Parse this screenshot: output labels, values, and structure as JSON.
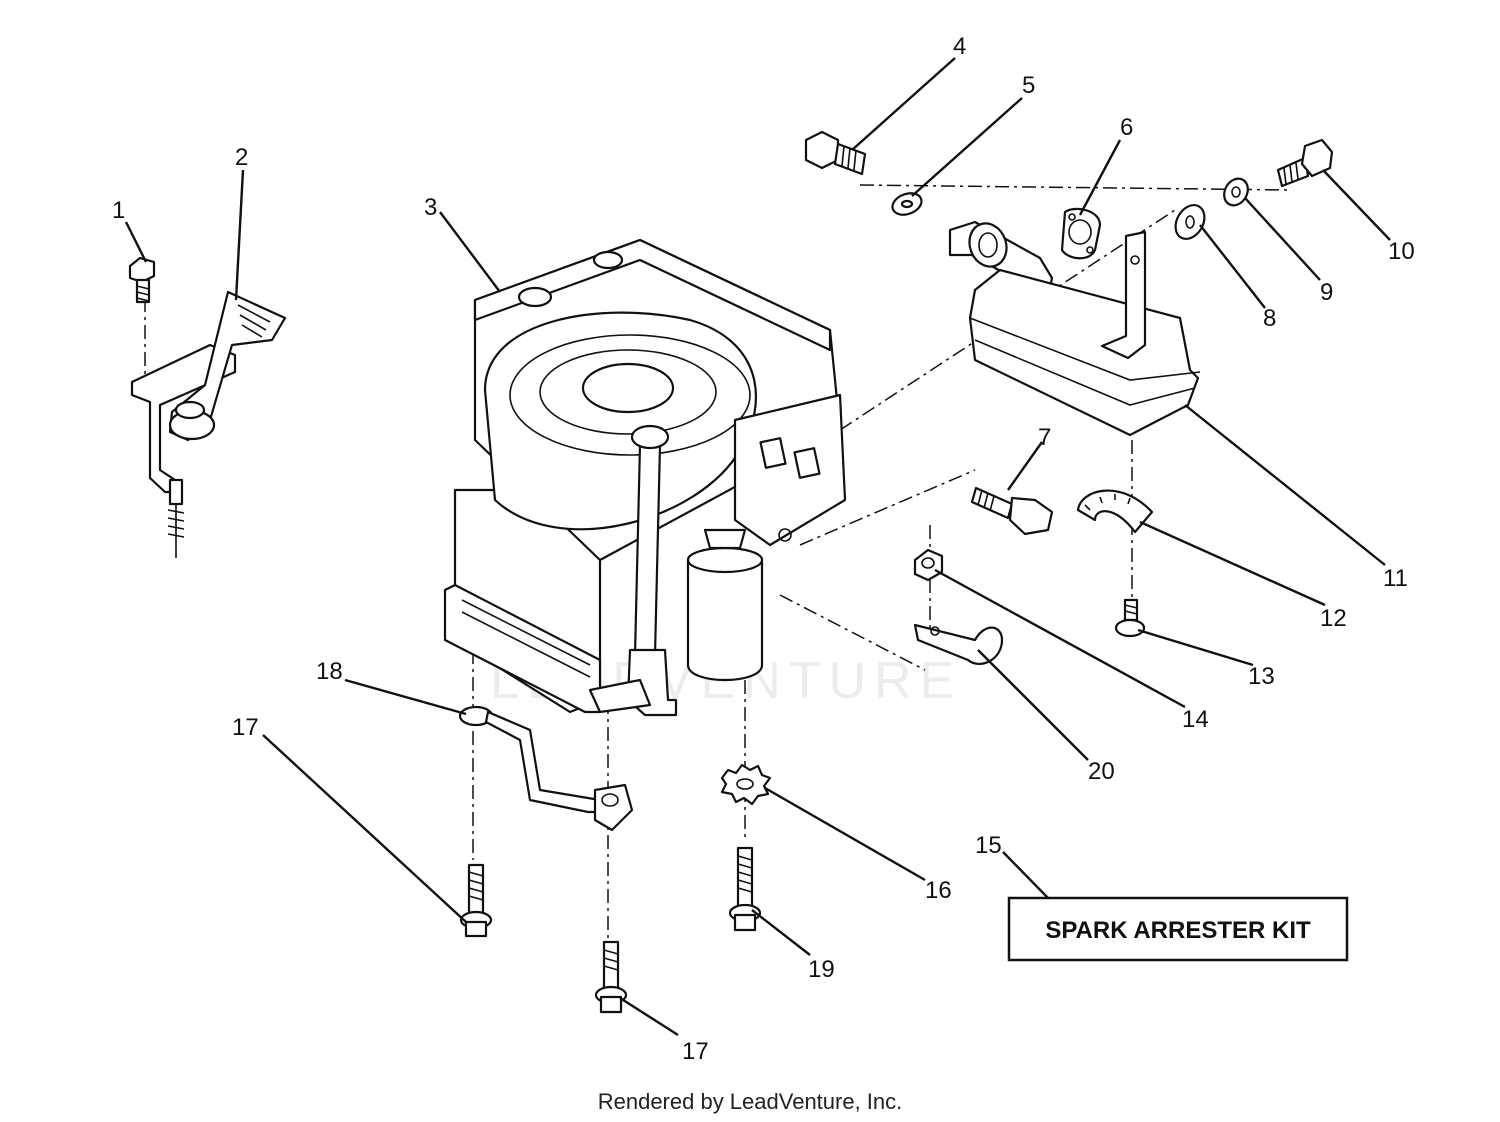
{
  "callouts": [
    {
      "id": "c1",
      "text": "1"
    },
    {
      "id": "c2",
      "text": "2"
    },
    {
      "id": "c3",
      "text": "3"
    },
    {
      "id": "c4",
      "text": "4"
    },
    {
      "id": "c5",
      "text": "5"
    },
    {
      "id": "c6",
      "text": "6"
    },
    {
      "id": "c7",
      "text": "7"
    },
    {
      "id": "c8",
      "text": "8"
    },
    {
      "id": "c9",
      "text": "9"
    },
    {
      "id": "c10",
      "text": "10"
    },
    {
      "id": "c11",
      "text": "11"
    },
    {
      "id": "c12",
      "text": "12"
    },
    {
      "id": "c13",
      "text": "13"
    },
    {
      "id": "c14",
      "text": "14"
    },
    {
      "id": "c15",
      "text": "15"
    },
    {
      "id": "c16",
      "text": "16"
    },
    {
      "id": "c17a",
      "text": "17"
    },
    {
      "id": "c17b",
      "text": "17"
    },
    {
      "id": "c18",
      "text": "18"
    },
    {
      "id": "c19",
      "text": "19"
    },
    {
      "id": "c20",
      "text": "20"
    }
  ],
  "kit_box": {
    "label": "SPARK ARRESTER KIT"
  },
  "watermark": {
    "text": "LEADVENTURE"
  },
  "footer": {
    "credit": "Rendered by LeadVenture, Inc."
  }
}
